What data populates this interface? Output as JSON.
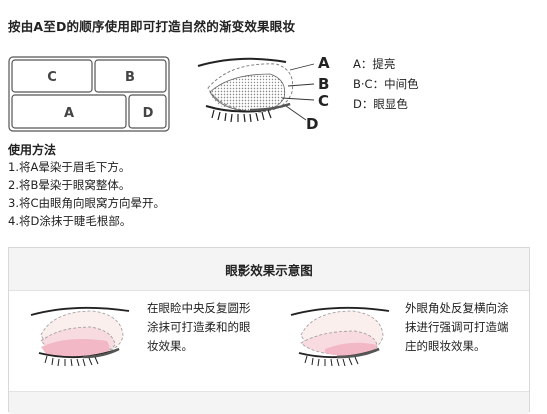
{
  "heading": "按由A至D的顺序使用即可打造自然的渐变效果眼妆",
  "palette": {
    "cells": [
      {
        "label": "C"
      },
      {
        "label": "B"
      },
      {
        "label": "A"
      },
      {
        "label": "D"
      }
    ]
  },
  "diagram": {
    "labels": [
      "A",
      "B",
      "C",
      "D"
    ]
  },
  "legend": [
    "A：提亮",
    "B·C：中间色",
    "D：眼显色"
  ],
  "method": {
    "title": "使用方法",
    "steps": [
      "1.将A晕染于眉毛下方。",
      "2.将B晕染于眼窝整体。",
      "3.将C由眼角向眼窝方向晕开。",
      "4.将D涂抹于睫毛根部。"
    ]
  },
  "effects": {
    "title": "眼影效果示意图",
    "items": [
      {
        "lines": [
          "在眼睑中央反复圆形",
          "涂抹可打造柔和的眼",
          "妆效果。"
        ]
      },
      {
        "lines": [
          "外眼角处反复横向涂",
          "抹进行强调可打造端",
          "庄的眼妆效果。"
        ]
      }
    ]
  },
  "colors": {
    "border": "#d8d8d8",
    "header_bg": "#f4f4f4",
    "pink": "#f2b8c6",
    "dark_liner": "#555555",
    "dot_gray": "#9a9a9a"
  }
}
